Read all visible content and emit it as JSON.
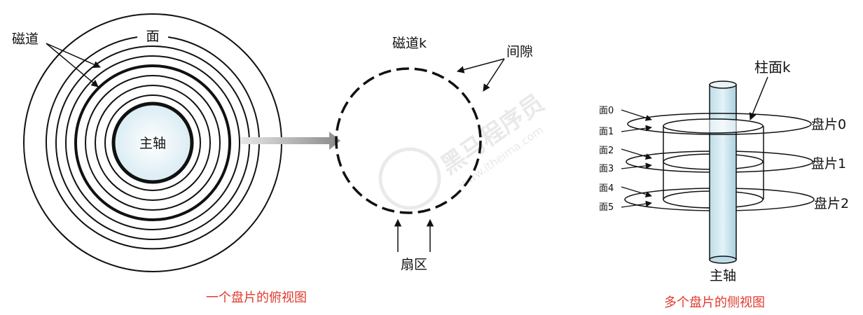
{
  "top_view": {
    "track_label": "磁道",
    "surface_label": "面",
    "spindle_label": "主轴",
    "caption": "一个盘片的俯视图"
  },
  "track_detail": {
    "track_k_label": "磁道k",
    "gap_label": "间隙",
    "sector_label": "扇区"
  },
  "side_view": {
    "cylinder_label": "柱面k",
    "surfaces": [
      "面0",
      "面1",
      "面2",
      "面3",
      "面4",
      "面5"
    ],
    "platters": [
      "盘片0",
      "盘片1",
      "盘片2"
    ],
    "spindle_label": "主轴",
    "caption": "多个盘片的侧视图"
  },
  "watermark": {
    "text": "黑马程序员",
    "url": "www.itheima.com"
  },
  "colors": {
    "caption": "#e03a2f",
    "spindle_fill": "#cfe6ee",
    "outline": "#111111"
  }
}
